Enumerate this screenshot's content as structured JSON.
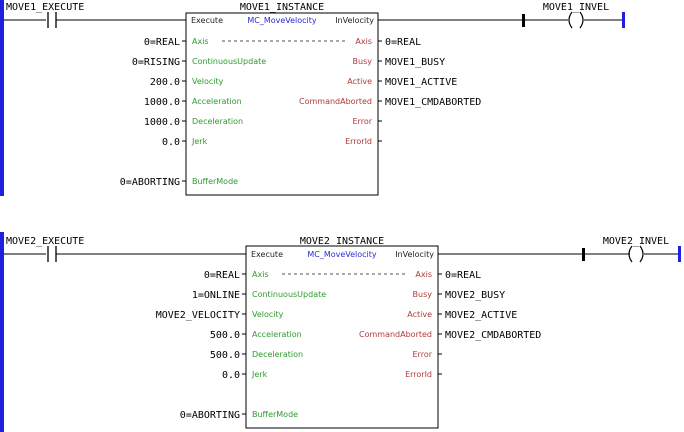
{
  "rung1": {
    "contact_label": "MOVE1_EXECUTE",
    "instance_name": "MOVE1_INSTANCE",
    "coil_label": "MOVE1_INVEL",
    "fb": {
      "type": "MC_MoveVelocity",
      "execute_pin": "Execute",
      "output_top_pin": "InVelocity",
      "inputs": [
        "Axis",
        "ContinuousUpdate",
        "Velocity",
        "Acceleration",
        "Deceleration",
        "Jerk",
        "BufferMode"
      ],
      "outputs": [
        "Axis",
        "Busy",
        "Active",
        "CommandAborted",
        "Error",
        "ErrorId"
      ]
    },
    "input_values": [
      "0=REAL",
      "0=RISING",
      "200.0",
      "1000.0",
      "1000.0",
      "0.0",
      "0=ABORTING"
    ],
    "output_values": [
      "0=REAL",
      "MOVE1_BUSY",
      "MOVE1_ACTIVE",
      "MOVE1_CMDABORTED"
    ]
  },
  "rung2": {
    "contact_label": "MOVE2_EXECUTE",
    "instance_name": "MOVE2_INSTANCE",
    "coil_label": "MOVE2_INVEL",
    "fb": {
      "type": "MC_MoveVelocity",
      "execute_pin": "Execute",
      "output_top_pin": "InVelocity",
      "inputs": [
        "Axis",
        "ContinuousUpdate",
        "Velocity",
        "Acceleration",
        "Deceleration",
        "Jerk",
        "BufferMode"
      ],
      "outputs": [
        "Axis",
        "Busy",
        "Active",
        "CommandAborted",
        "Error",
        "ErrorId"
      ]
    },
    "input_values": [
      "0=REAL",
      "1=ONLINE",
      "MOVE2_VELOCITY",
      "500.0",
      "500.0",
      "0.0",
      "0=ABORTING"
    ],
    "output_values": [
      "0=REAL",
      "MOVE2_BUSY",
      "MOVE2_ACTIVE",
      "MOVE2_CMDABORTED"
    ]
  },
  "colors": {
    "power_rail": "#1f1fe0",
    "input_pin": "#2e9a2e",
    "output_pin": "#b03a3a",
    "fb_type": "#2b2bd6",
    "wire": "#000000"
  }
}
